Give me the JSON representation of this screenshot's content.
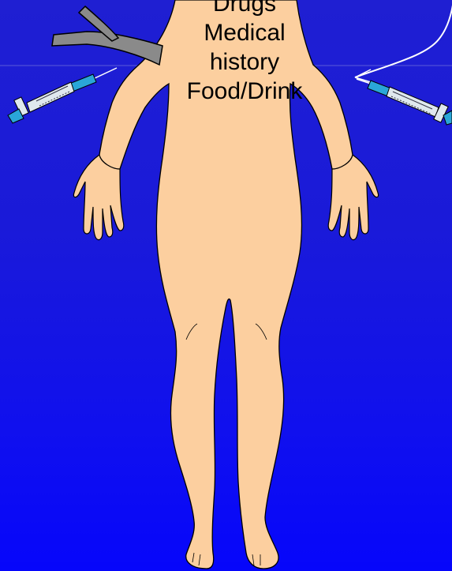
{
  "labels": [
    "Drugs",
    "Medical",
    "history",
    "Food/Drink"
  ],
  "colors": {
    "background_top": "#1f1fd2",
    "background_bottom": "#0606fb",
    "skin": "#fccf9f",
    "outline": "#000000",
    "tourniquet": "#8a8a8a",
    "syringe_barrel": "#dfe8ee",
    "syringe_fluid": "#2aa6d8",
    "needle": "#ffffff"
  },
  "icons": [
    "human-body-figure",
    "tourniquet-icon",
    "syringe-left-icon",
    "syringe-right-icon",
    "iv-line-icon"
  ]
}
